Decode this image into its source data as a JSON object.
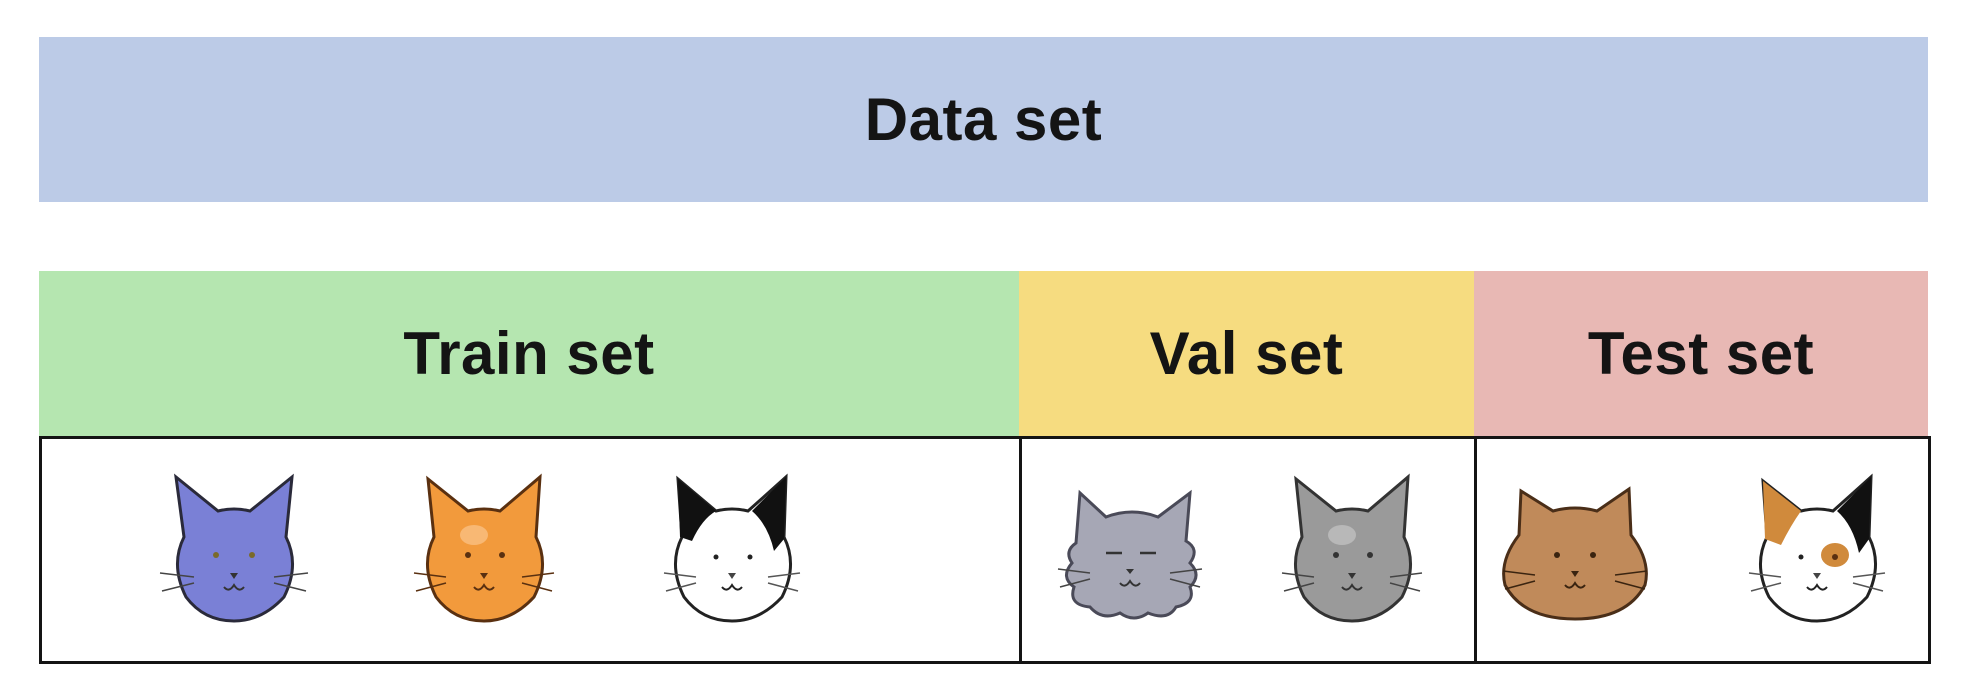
{
  "dataset": {
    "label": "Data set",
    "color": "#bccbe7"
  },
  "splits": [
    {
      "label": "Train set",
      "color": "#b5e6b0"
    },
    {
      "label": "Val set",
      "color": "#f6dc80"
    },
    {
      "label": "Test set",
      "color": "#e8b8b4"
    }
  ],
  "cats": {
    "train": [
      {
        "icon": "blue-cat-icon",
        "fill": "#7a80d6"
      },
      {
        "icon": "orange-cat-icon",
        "fill": "#f29a3c"
      },
      {
        "icon": "black-white-cat-icon",
        "fill": "#ffffff"
      }
    ],
    "val": [
      {
        "icon": "fluffy-gray-cat-icon",
        "fill": "#a6a7b5"
      },
      {
        "icon": "gray-cat-icon",
        "fill": "#9a9a9a"
      }
    ],
    "test": [
      {
        "icon": "brown-cat-icon",
        "fill": "#c08a5a"
      },
      {
        "icon": "calico-cat-icon",
        "fill": "#ffffff"
      }
    ]
  }
}
